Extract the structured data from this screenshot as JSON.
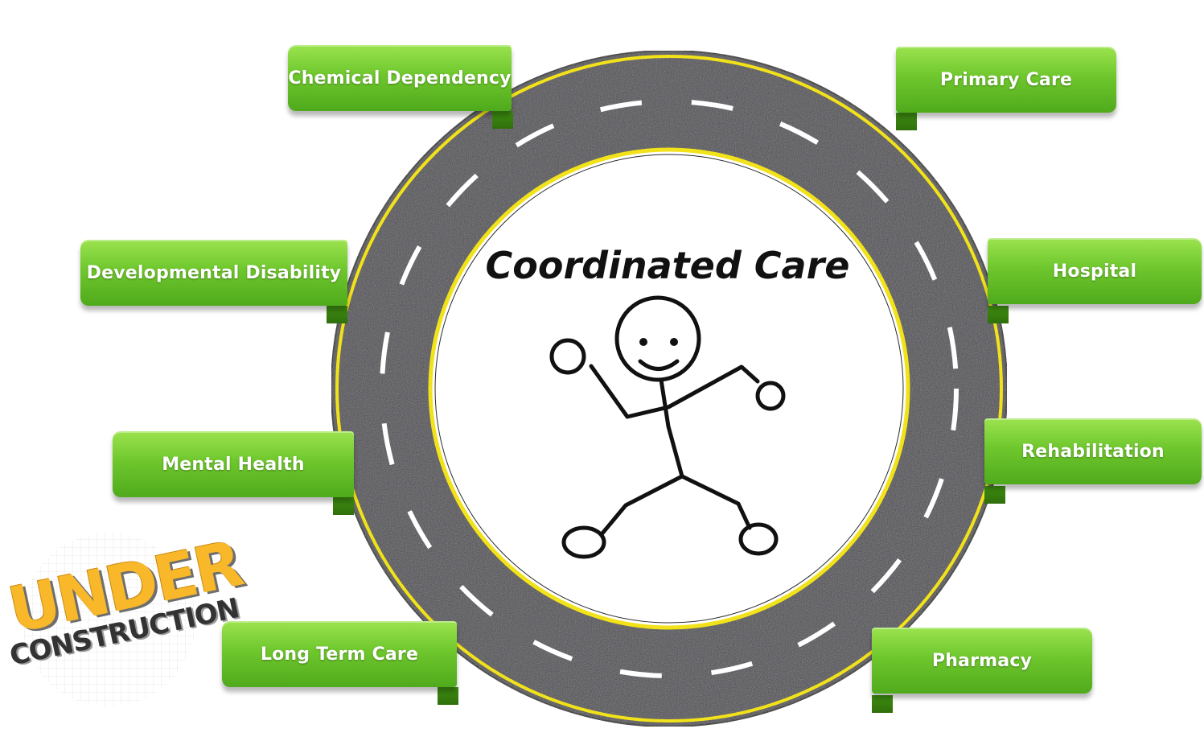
{
  "diagram": {
    "center_title": "Coordinated Care",
    "labels": [
      {
        "id": "chemical-dependency",
        "text": "Chemical Dependency",
        "side": "left"
      },
      {
        "id": "developmental-disability",
        "text": "Developmental Disability",
        "side": "left"
      },
      {
        "id": "mental-health",
        "text": "Mental Health",
        "side": "left"
      },
      {
        "id": "long-term-care",
        "text": "Long Term Care",
        "side": "left"
      },
      {
        "id": "primary-care",
        "text": "Primary Care",
        "side": "right"
      },
      {
        "id": "hospital",
        "text": "Hospital",
        "side": "right"
      },
      {
        "id": "rehabilitation",
        "text": "Rehabilitation",
        "side": "right"
      },
      {
        "id": "pharmacy",
        "text": "Pharmacy",
        "side": "right"
      }
    ]
  },
  "badge": {
    "line1": "UNDER",
    "line2": "CONSTRUCTION"
  },
  "colors": {
    "road": "#4a4a50",
    "road_edge": "#f2e21a",
    "lane_dash": "#ffffff",
    "label_green": "#6fc72d",
    "badge_yellow": "#f8b82a"
  }
}
